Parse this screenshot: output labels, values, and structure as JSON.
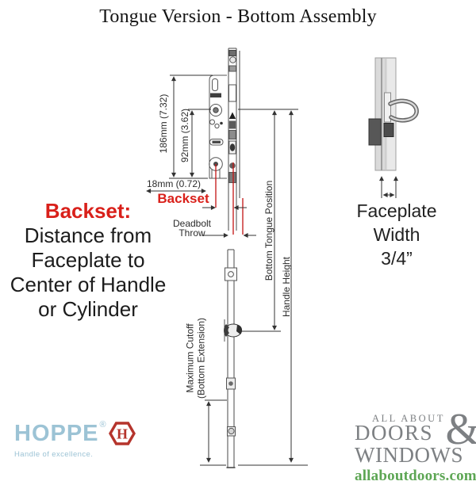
{
  "title": "Tongue Version - Bottom Assembly",
  "dims": {
    "d186": "186mm (7.32)",
    "d92": "92mm (3.62)",
    "d18": "18mm (0.72)",
    "backset": "Backset",
    "deadbolt_throw_line1": "Deadbolt",
    "deadbolt_throw_line2": "Throw",
    "bottom_tongue_position": "Bottom Tongue Position",
    "handle_height": "Handle Height",
    "max_cutoff_line1": "Maximum Cutoff",
    "max_cutoff_line2": "(Bottom Extension)"
  },
  "note": {
    "heading": "Backset:",
    "lines": [
      "Distance from",
      "Faceplate to",
      "Center of Handle",
      "or Cylinder"
    ]
  },
  "faceplate_detail": {
    "label": "Faceplate Width",
    "size": "3/4”"
  },
  "hoppe": {
    "name": "HOPPE",
    "reg": "®",
    "monogram": "H",
    "tagline": "Handle of excellence."
  },
  "aadw": {
    "top": "ALL ABOUT",
    "doors": "DOORS",
    "ampersand": "&",
    "windows": "WINDOWS",
    "url": "allaboutdoors.com"
  },
  "colors": {
    "accent_red_text": "#d9201a",
    "reference_line_red": "#c41414",
    "hoppe_blue": "#9cc3d5",
    "hoppe_red": "#b5342c",
    "logo_gray": "#7d8083",
    "logo_green": "#5da654"
  }
}
